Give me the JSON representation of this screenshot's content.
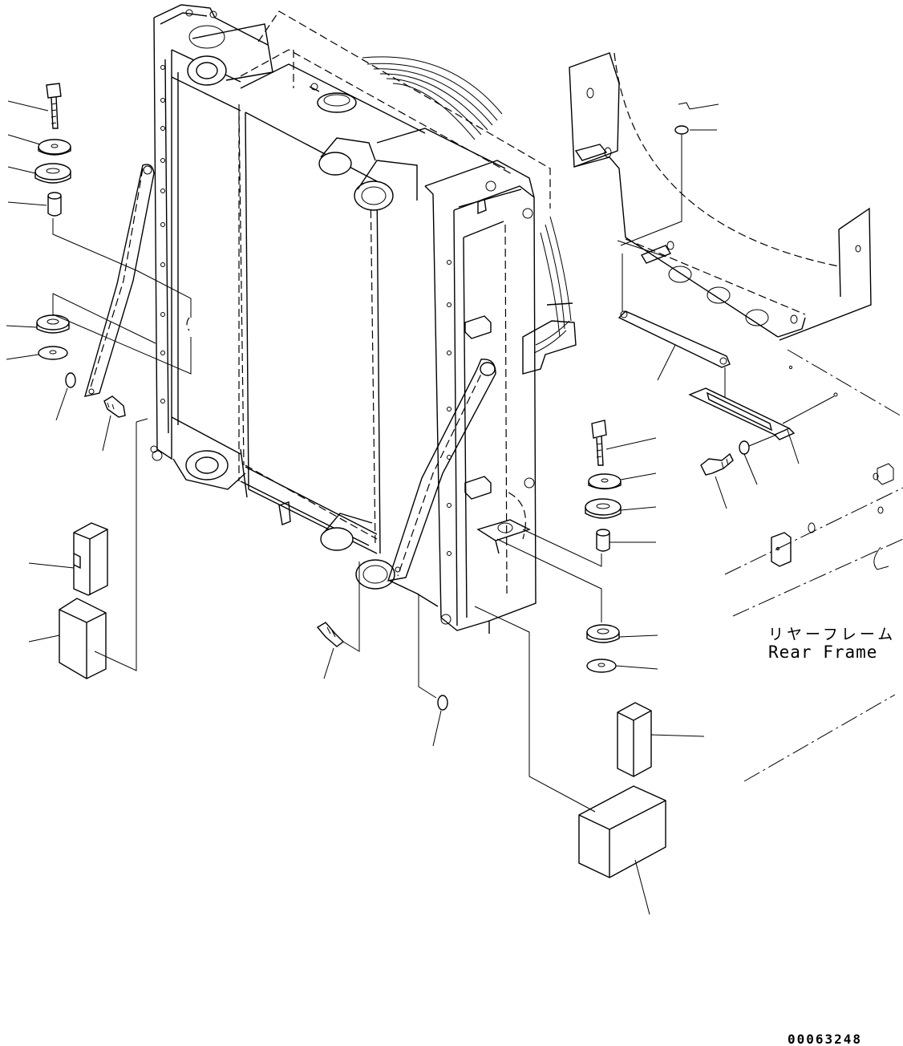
{
  "diagram": {
    "title": "",
    "label_japanese": "リヤーフレーム",
    "label_english": "Rear Frame",
    "drawing_number": "00063248"
  },
  "parts": [
    "radiator-assembly",
    "fan-shroud",
    "mount-bolt",
    "washer",
    "rubber-cushion",
    "collar",
    "stay-rod",
    "stay-bolt",
    "o-ring",
    "drain-plug",
    "block",
    "bracket",
    "plate-bracket",
    "rear-frame"
  ]
}
